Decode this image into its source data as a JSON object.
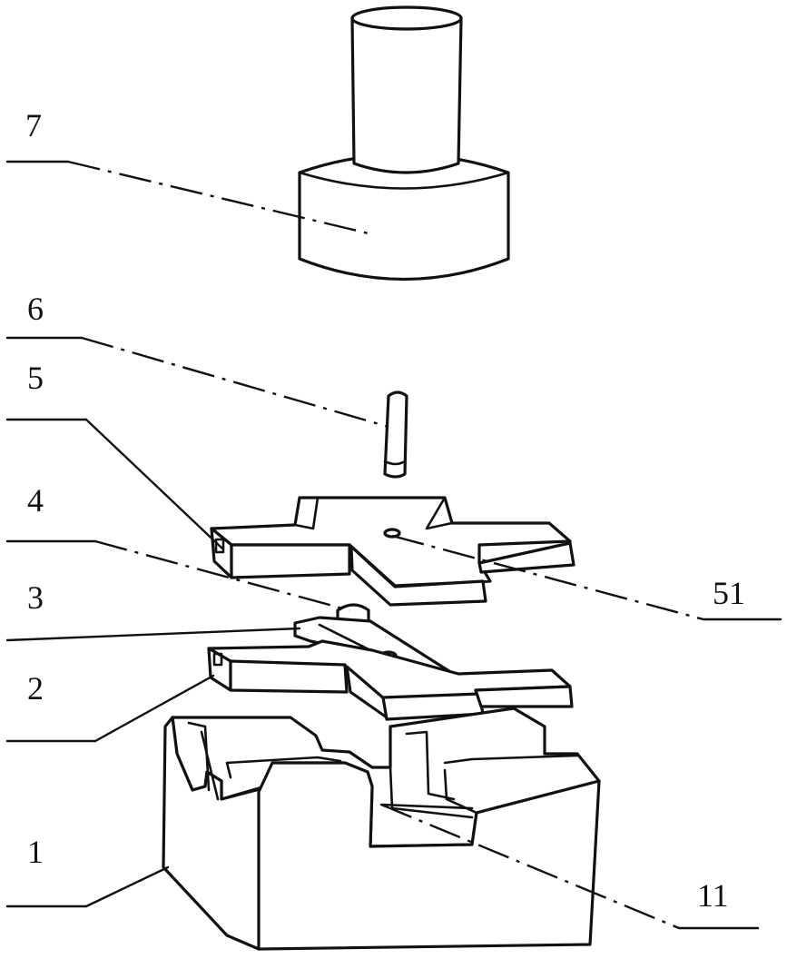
{
  "labels": {
    "l1": "1",
    "l2": "2",
    "l3": "3",
    "l4": "4",
    "l5": "5",
    "l6": "6",
    "l7": "7",
    "l11": "11",
    "l51": "51"
  },
  "colors": {
    "stroke": "#111111",
    "background": "#ffffff"
  }
}
